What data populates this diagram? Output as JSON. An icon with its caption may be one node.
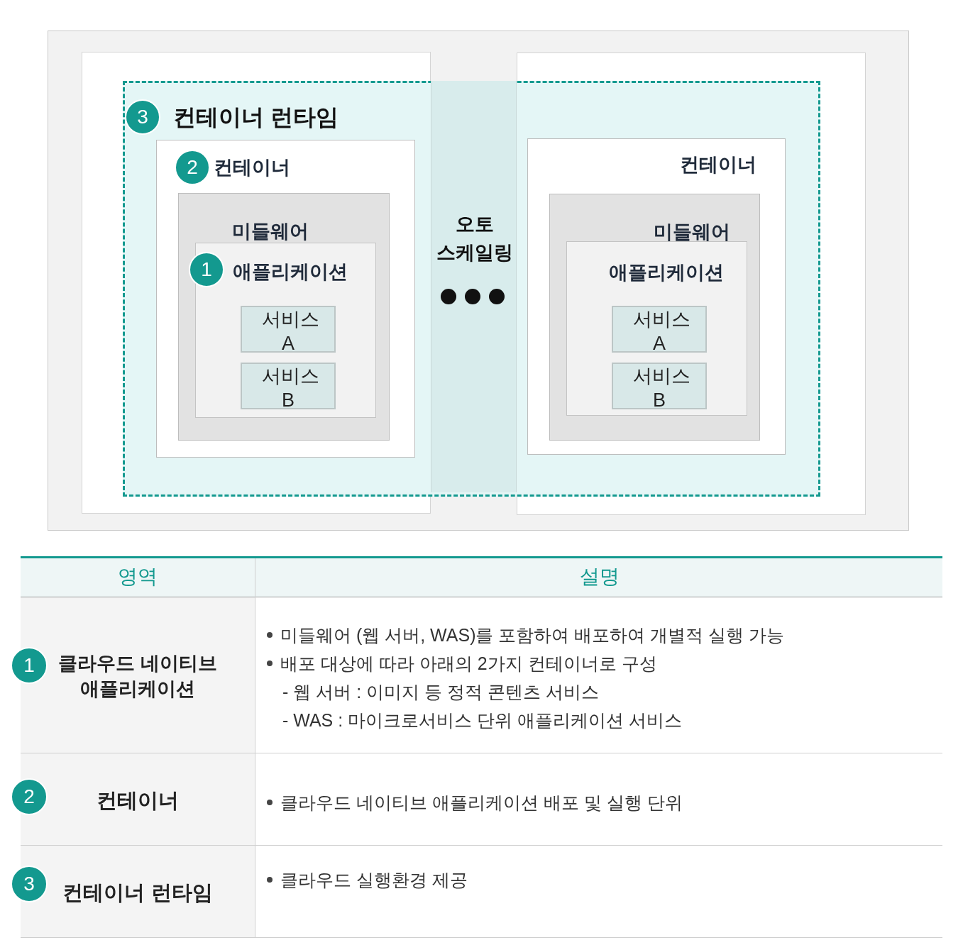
{
  "diagram": {
    "nodes": [
      {
        "text": [
          "3",
          "컨테이너 런타임"
        ]
      },
      {
        "text": [
          "2",
          "컨테이너"
        ],
        "in": 0
      },
      {
        "text": [
          "미들웨어"
        ],
        "in": 1
      },
      {
        "text": [
          "1",
          "애플리케이션"
        ],
        "in": 2
      },
      {
        "text": [
          "서비스 A"
        ],
        "in": 3
      },
      {
        "text": [
          "서비스 B"
        ],
        "in": 3
      },
      {
        "text": [
          "오토 스케일링"
        ],
        "in": 0
      },
      {
        "text": [
          "컨테이너"
        ],
        "in": 0
      },
      {
        "text": [
          "미들웨어"
        ],
        "in": 7
      },
      {
        "text": [
          "애플리케이션"
        ],
        "in": 8
      },
      {
        "text": [
          "서비스 A"
        ],
        "in": 9
      },
      {
        "text": [
          "서비스 B"
        ],
        "in": 9
      }
    ],
    "edges": [],
    "labels": [
      "영역",
      "설명",
      "1",
      "클라우드 네이티브 애플리케이션",
      "미들웨어 (웹 서버, WAS)를 포함하여 배포하여 개별적 실행 가능",
      "배포 대상에 따라 아래의 2가지 컨테이너로 구성",
      "- 웹 서버 : 이미지 등 정적 콘텐츠 서비스",
      "- WAS : 마이크로서비스 단위 애플리케이션 서비스",
      "2",
      "컨테이너",
      "클라우드 네이티브 애플리케이션 배포 및 실행 단위",
      "3",
      "컨테이너 런타임",
      "클라우드 실행환경 제공"
    ]
  }
}
